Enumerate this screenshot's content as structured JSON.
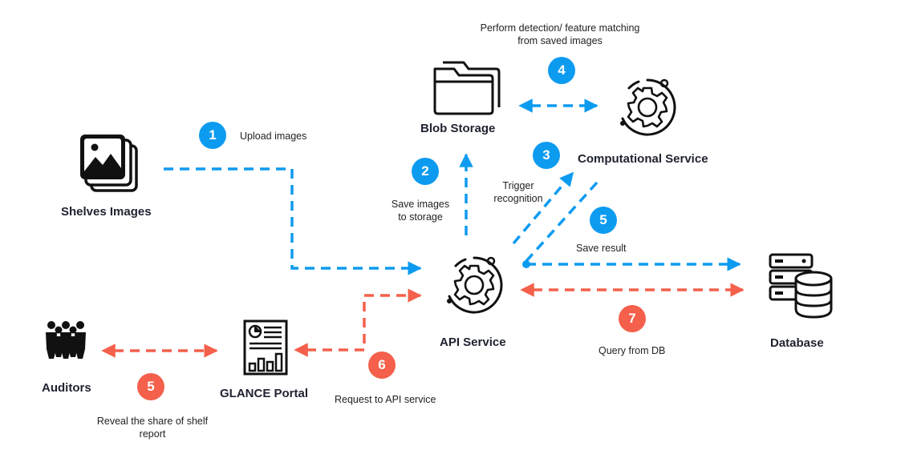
{
  "colors": {
    "blue": "#0d9bf0",
    "red": "#f4604b",
    "ink": "#1f2230"
  },
  "nodes": {
    "shelves_images": "Shelves Images",
    "blob_storage": "Blob Storage",
    "computational_service": "Computational Service",
    "api_service": "API Service",
    "database": "Database",
    "auditors": "Auditors",
    "glance_portal": "GLANCE Portal"
  },
  "icons": {
    "shelves_images": "image-stack-icon",
    "blob_storage": "folder-icon",
    "computational_service": "gear-icon",
    "api_service": "gear-icon",
    "database": "server-database-icon",
    "auditors": "group-people-icon",
    "glance_portal": "report-document-icon"
  },
  "steps": [
    {
      "n": "1",
      "color": "blue",
      "text": "Upload images"
    },
    {
      "n": "2",
      "color": "blue",
      "text_lines": [
        "Save images",
        "to storage"
      ]
    },
    {
      "n": "3",
      "color": "blue",
      "text_lines": [
        "Trigger",
        "recognition"
      ]
    },
    {
      "n": "4",
      "color": "blue",
      "text_lines": [
        "Perform detection/ feature matching",
        "from saved images"
      ]
    },
    {
      "n": "5",
      "color": "blue",
      "text": "Save result"
    },
    {
      "n": "5",
      "color": "red",
      "text_lines": [
        "Reveal the share of shelf",
        "report"
      ]
    },
    {
      "n": "6",
      "color": "red",
      "text": "Request to API service"
    },
    {
      "n": "7",
      "color": "red",
      "text": "Query from DB"
    }
  ]
}
